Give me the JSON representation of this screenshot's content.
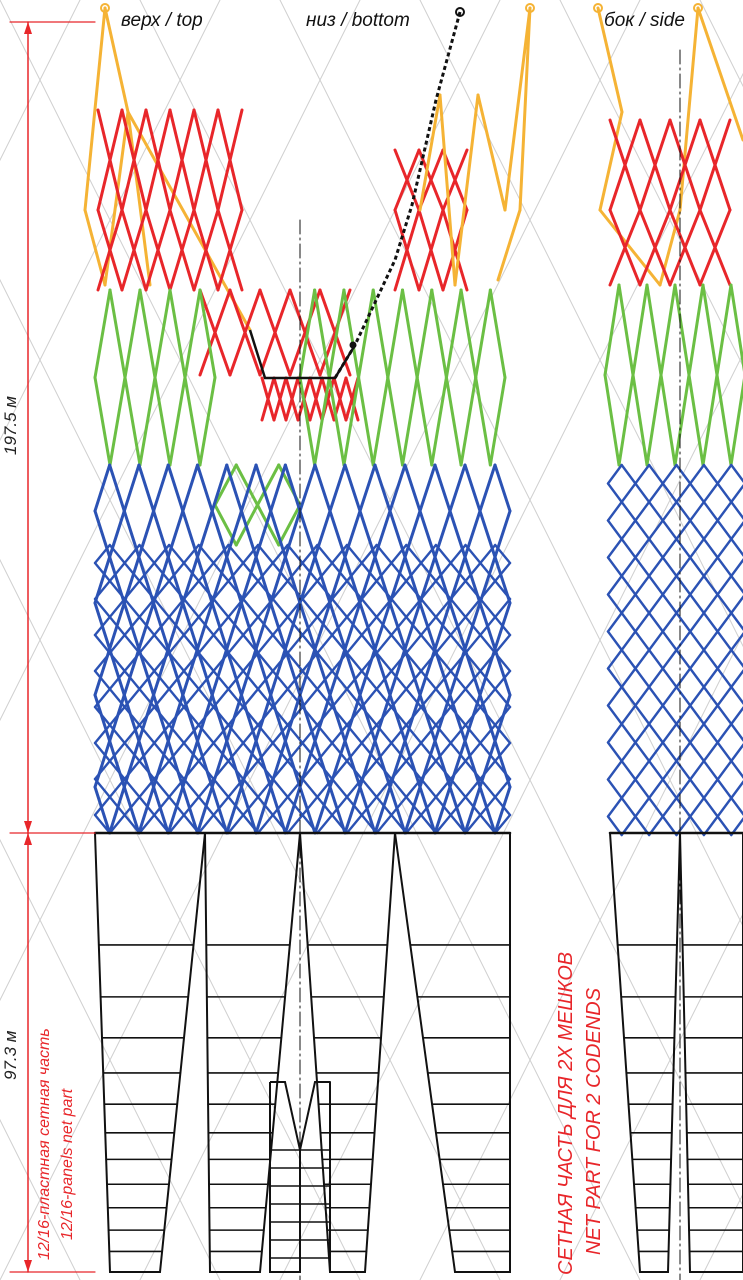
{
  "labels": {
    "top": "верх / top",
    "bottom": "низ / bottom",
    "side": "бок / side"
  },
  "dimensions": {
    "upper_length": "197.5 м",
    "lower_length": "97.3 м",
    "panels_ru": "12/16-пластная сетная часть",
    "panels_en": "12/16-panels net part"
  },
  "caption": {
    "ru": "СЕТНАЯ ЧАСТЬ ДЛЯ 2Х МЕШКОВ",
    "en": "NET PART FOR 2 CODENDS"
  },
  "colors": {
    "orange": "#f5b335",
    "red": "#e8262a",
    "green": "#6bbf44",
    "blue": "#2b52b4",
    "black": "#111111",
    "dimension": "#e8262a",
    "watermark": "#cfcfcf"
  }
}
